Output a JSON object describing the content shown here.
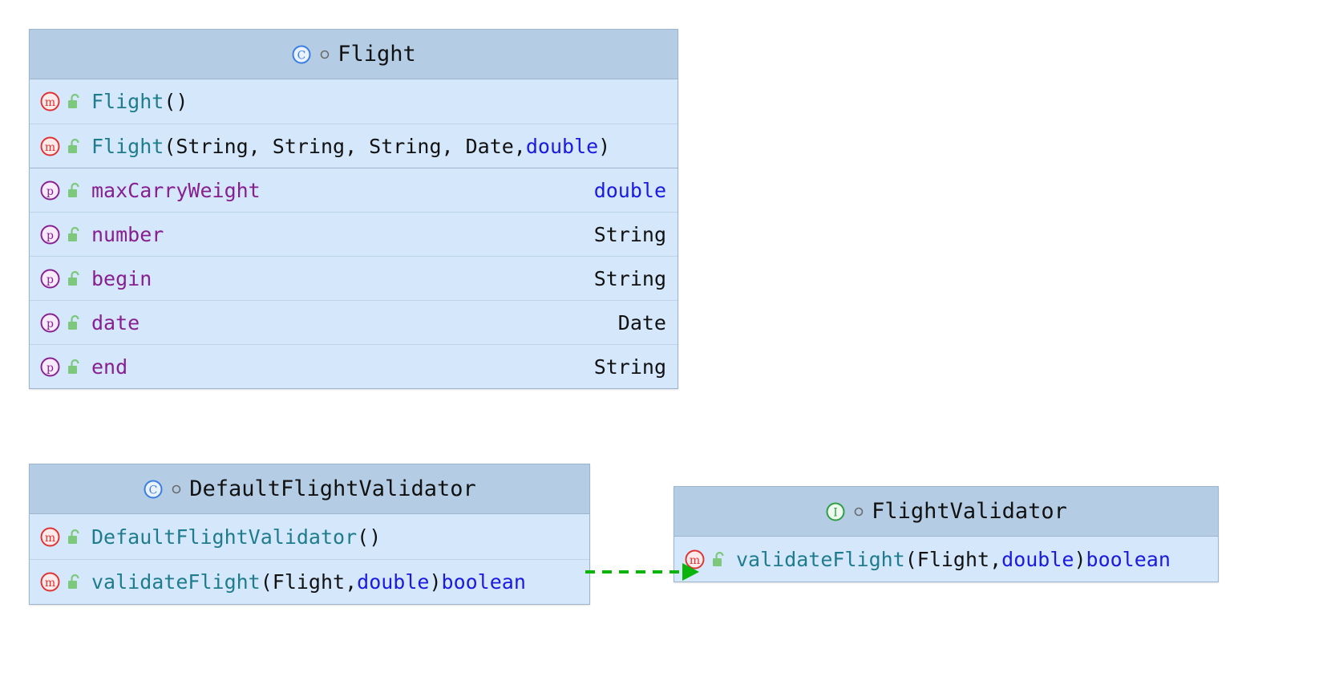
{
  "diagram": {
    "kind": "uml-class-diagram",
    "colors": {
      "header_fill": "#b4cde4",
      "body_fill": "#d4e7fb",
      "border": "#9cb4cc",
      "row_divider": "#bcd4e8",
      "class_icon": "#3a7fe0",
      "interface_icon": "#2f9e44",
      "method_icon": "#e03131",
      "property_icon": "#871f91",
      "lock_icon": "#7ec87e",
      "member_name": "#1f7c8c",
      "property_name": "#871f91",
      "keyword": "#1a1ae0",
      "plain_text": "#111111",
      "relation_arrow": "#0bb40b"
    },
    "classes": [
      {
        "id": "flight",
        "name": "Flight",
        "stereotype_icon": "class-icon",
        "visibility_icon": "circle-outline-icon",
        "methods": [
          {
            "icon": "method-icon",
            "lock": "unlocked-padlock-icon",
            "name": "Flight",
            "params": "()",
            "parts": [
              {
                "text": "Flight",
                "style": "name"
              },
              {
                "text": "()",
                "style": "plain"
              }
            ],
            "type": ""
          },
          {
            "icon": "method-icon",
            "lock": "unlocked-padlock-icon",
            "name": "Flight",
            "params": "(String, String, String, Date, double)",
            "parts": [
              {
                "text": "Flight",
                "style": "name"
              },
              {
                "text": "(String, String, String, Date, ",
                "style": "plain"
              },
              {
                "text": "double",
                "style": "kw"
              },
              {
                "text": ")",
                "style": "plain"
              }
            ],
            "type": ""
          }
        ],
        "properties": [
          {
            "icon": "property-icon",
            "lock": "unlocked-padlock-icon",
            "name": "maxCarryWeight",
            "type": "double",
            "type_style": "kw"
          },
          {
            "icon": "property-icon",
            "lock": "unlocked-padlock-icon",
            "name": "number",
            "type": "String",
            "type_style": "plain"
          },
          {
            "icon": "property-icon",
            "lock": "unlocked-padlock-icon",
            "name": "begin",
            "type": "String",
            "type_style": "plain"
          },
          {
            "icon": "property-icon",
            "lock": "unlocked-padlock-icon",
            "name": "date",
            "type": "Date",
            "type_style": "plain"
          },
          {
            "icon": "property-icon",
            "lock": "unlocked-padlock-icon",
            "name": "end",
            "type": "String",
            "type_style": "plain"
          }
        ]
      },
      {
        "id": "default-flight-validator",
        "name": "DefaultFlightValidator",
        "stereotype_icon": "class-icon",
        "visibility_icon": "circle-outline-icon",
        "methods": [
          {
            "icon": "method-icon",
            "lock": "unlocked-padlock-icon",
            "name": "DefaultFlightValidator",
            "params": "()",
            "parts": [
              {
                "text": "DefaultFlightValidator",
                "style": "name"
              },
              {
                "text": " ()",
                "style": "plain"
              }
            ],
            "type": ""
          },
          {
            "icon": "method-icon",
            "lock": "unlocked-padlock-icon",
            "name": "validateFlight",
            "params": "(Flight, double) boolean",
            "parts": [
              {
                "text": "validateFlight",
                "style": "name"
              },
              {
                "text": " (Flight, ",
                "style": "plain"
              },
              {
                "text": "double",
                "style": "kw"
              },
              {
                "text": ") ",
                "style": "plain"
              },
              {
                "text": "boolean",
                "style": "kw"
              }
            ],
            "type": ""
          }
        ],
        "properties": []
      },
      {
        "id": "flight-validator",
        "name": "FlightValidator",
        "stereotype_icon": "interface-icon",
        "visibility_icon": "circle-outline-icon",
        "methods": [
          {
            "icon": "method-icon",
            "lock": "unlocked-padlock-icon",
            "name": "validateFlight",
            "params": "(Flight, double) boolean",
            "parts": [
              {
                "text": "validateFlight",
                "style": "name"
              },
              {
                "text": " (Flight, ",
                "style": "plain"
              },
              {
                "text": "double",
                "style": "kw"
              },
              {
                "text": ") ",
                "style": "plain"
              },
              {
                "text": "boolean",
                "style": "kw"
              }
            ],
            "type": ""
          }
        ],
        "properties": []
      }
    ],
    "relations": [
      {
        "from": "default-flight-validator",
        "to": "flight-validator",
        "type": "realization",
        "line_style": "dashed",
        "arrow": "solid-triangle",
        "color": "#0bb40b"
      }
    ]
  }
}
